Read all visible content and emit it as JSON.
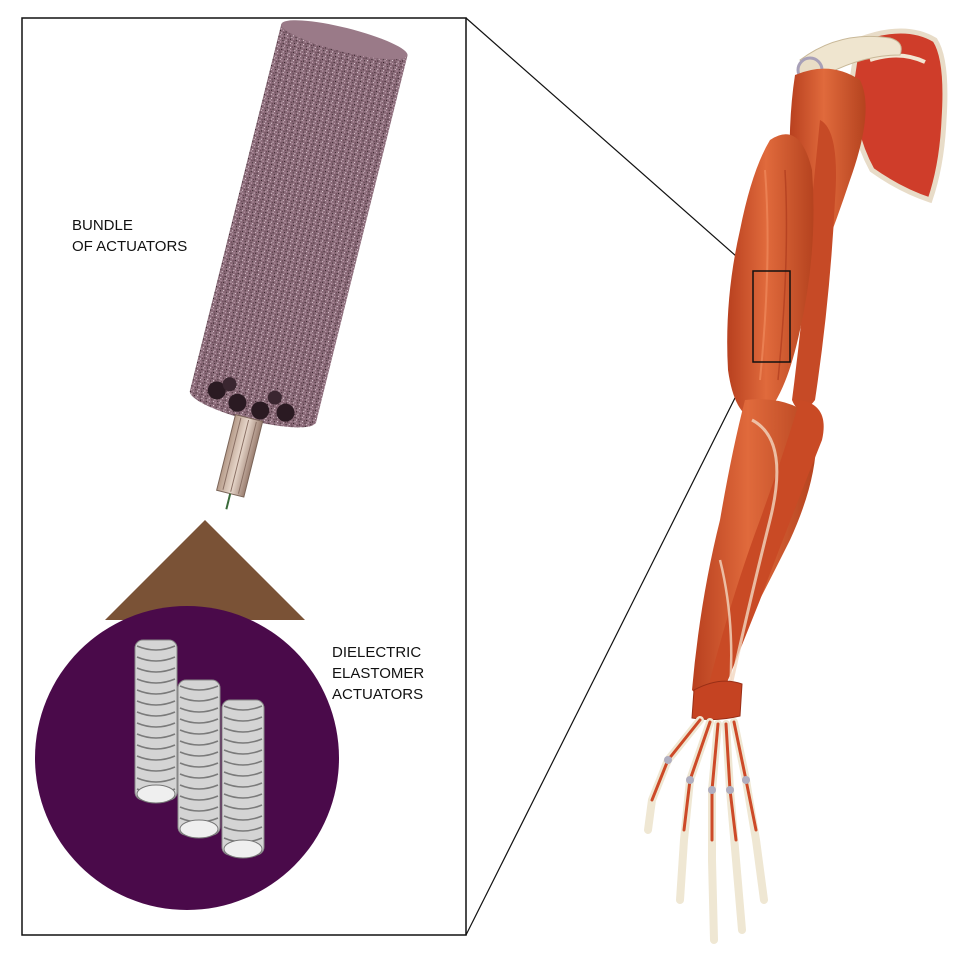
{
  "labels": {
    "bundle": [
      "BUNDLE",
      "OF ACTUATORS"
    ],
    "dielectric": [
      "DIELECTRIC",
      "ELASTOMER",
      "ACTUATORS"
    ]
  },
  "colors": {
    "bundle_body": "#8a6a78",
    "cone": "#7a5236",
    "circle_bg": "#4a0a4a",
    "coil": "#cfcfcf",
    "muscle": "#d2542e",
    "bone": "#f0ead8",
    "frame": "#111111"
  },
  "icons": [
    "actuator-bundle-icon",
    "dielectric-actuator-coil-icon",
    "arm-muscle-illustration"
  ]
}
